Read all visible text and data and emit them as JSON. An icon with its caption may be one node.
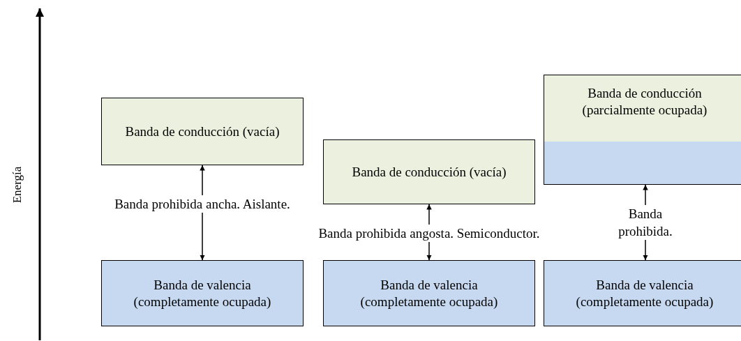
{
  "diagram": {
    "nodes": [
      {
        "text": [
          "Banda de conducción (vacía)"
        ]
      },
      {
        "text": [
          "Banda prohibida ancha. Aislante."
        ]
      },
      {
        "text": [
          "Banda de valencia (completamente ocupada)"
        ]
      },
      {
        "text": [
          "Banda de conducción (vacía)"
        ]
      },
      {
        "text": [
          "Banda prohibida angosta. Semiconductor."
        ]
      },
      {
        "text": [
          "Banda de valencia (completamente ocupada)"
        ]
      },
      {
        "text": [
          "Banda de conducción (parcialmente ocupada)"
        ]
      },
      {
        "text": [
          "Banda prohibida."
        ]
      },
      {
        "text": [
          "Banda de valencia (completamente ocupada)"
        ]
      }
    ],
    "edges": [
      {
        "from": 1,
        "to": 0,
        "arrow": "to"
      },
      {
        "from": 1,
        "to": 2,
        "arrow": "to"
      },
      {
        "from": 4,
        "to": 3,
        "arrow": "to"
      },
      {
        "from": 4,
        "to": 5,
        "arrow": "to"
      },
      {
        "from": 7,
        "to": 6,
        "arrow": "to"
      },
      {
        "from": 7,
        "to": 8,
        "arrow": "to"
      }
    ],
    "labels": [
      "Energía"
    ]
  }
}
